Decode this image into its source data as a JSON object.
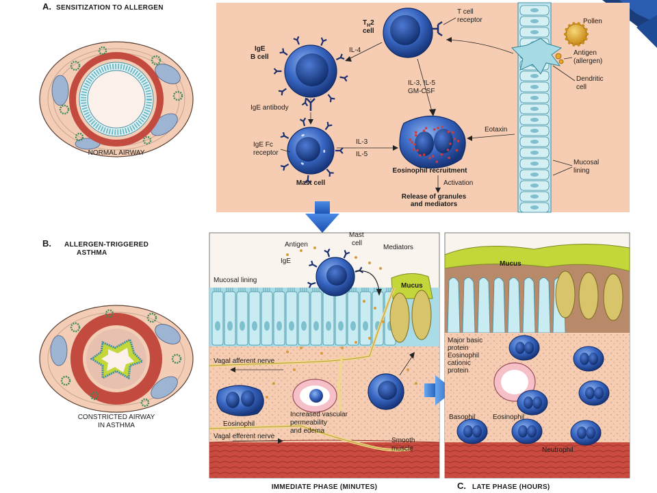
{
  "colors": {
    "panel_bg": "#f6cdb2",
    "cell_blue": "#2f5fb8",
    "mucosa": "#a9dce6",
    "muscle": "#c9473f",
    "mucus": "#c3d63a",
    "accent_blue": "#1f66c9"
  },
  "section_a": {
    "letter": "A.",
    "title": "SENSITIZATION TO ALLERGEN"
  },
  "section_b": {
    "letter": "B.",
    "title_line1": "ALLERGEN-TRIGGERED",
    "title_line2": "ASTHMA"
  },
  "section_c": {
    "letter": "C.",
    "title": "LATE PHASE (HOURS)"
  },
  "immediate_phase": "IMMEDIATE PHASE (MINUTES)",
  "airway": {
    "normal": "NORMAL AIRWAY",
    "constricted_line1": "CONSTRICTED AIRWAY",
    "constricted_line2": "IN ASTHMA"
  },
  "panel_a": {
    "th2_main": "T",
    "th2_sub": "H",
    "th2_tail": "2",
    "th2_cell": "cell",
    "t_cell_receptor_1": "T cell",
    "t_cell_receptor_2": "receptor",
    "pollen": "Pollen",
    "antigen_1": "Antigen",
    "antigen_2": "(allergen)",
    "dendritic_1": "Dendritic",
    "dendritic_2": "cell",
    "ige_b_1": "IgE",
    "ige_b_2": "B cell",
    "il4": "IL-4",
    "il3_il5_1": "IL-3, IL-5",
    "il3_il5_2": "GM-CSF",
    "ige_antibody": "IgE antibody",
    "ige_fc_1": "IgE Fc",
    "ige_fc_2": "receptor",
    "mast_cell": "Mast cell",
    "il3": "IL-3",
    "il5": "IL-5",
    "eotaxin": "Eotaxin",
    "eos_recruit": "Eosinophil recruitment",
    "activation": "Activation",
    "release_1": "Release of granules",
    "release_2": "and mediators",
    "mucosal_1": "Mucosal",
    "mucosal_2": "lining"
  },
  "panel_b": {
    "antigen": "Antigen",
    "mast_1": "Mast",
    "mast_2": "cell",
    "mediators": "Mediators",
    "ige": "IgE",
    "mucosal_lining": "Mucosal lining",
    "mucus": "Mucus",
    "vagal_afferent": "Vagal afferent nerve",
    "eosinophil": "Eosinophil",
    "vascular_1": "Increased vascular",
    "vascular_2": "permeability",
    "vascular_3": "and edema",
    "vagal_efferent": "Vagal efferent nerve",
    "smooth_1": "Smooth",
    "smooth_2": "muscle"
  },
  "panel_c": {
    "mucus": "Mucus",
    "mbp_1": "Major basic",
    "mbp_2": "protein",
    "mbp_3": "Eosinophil",
    "mbp_4": "cationic",
    "mbp_5": "protein",
    "basophil": "Basophil",
    "eosinophil": "Eosinophil",
    "neutrophil": "Neutrophil"
  }
}
